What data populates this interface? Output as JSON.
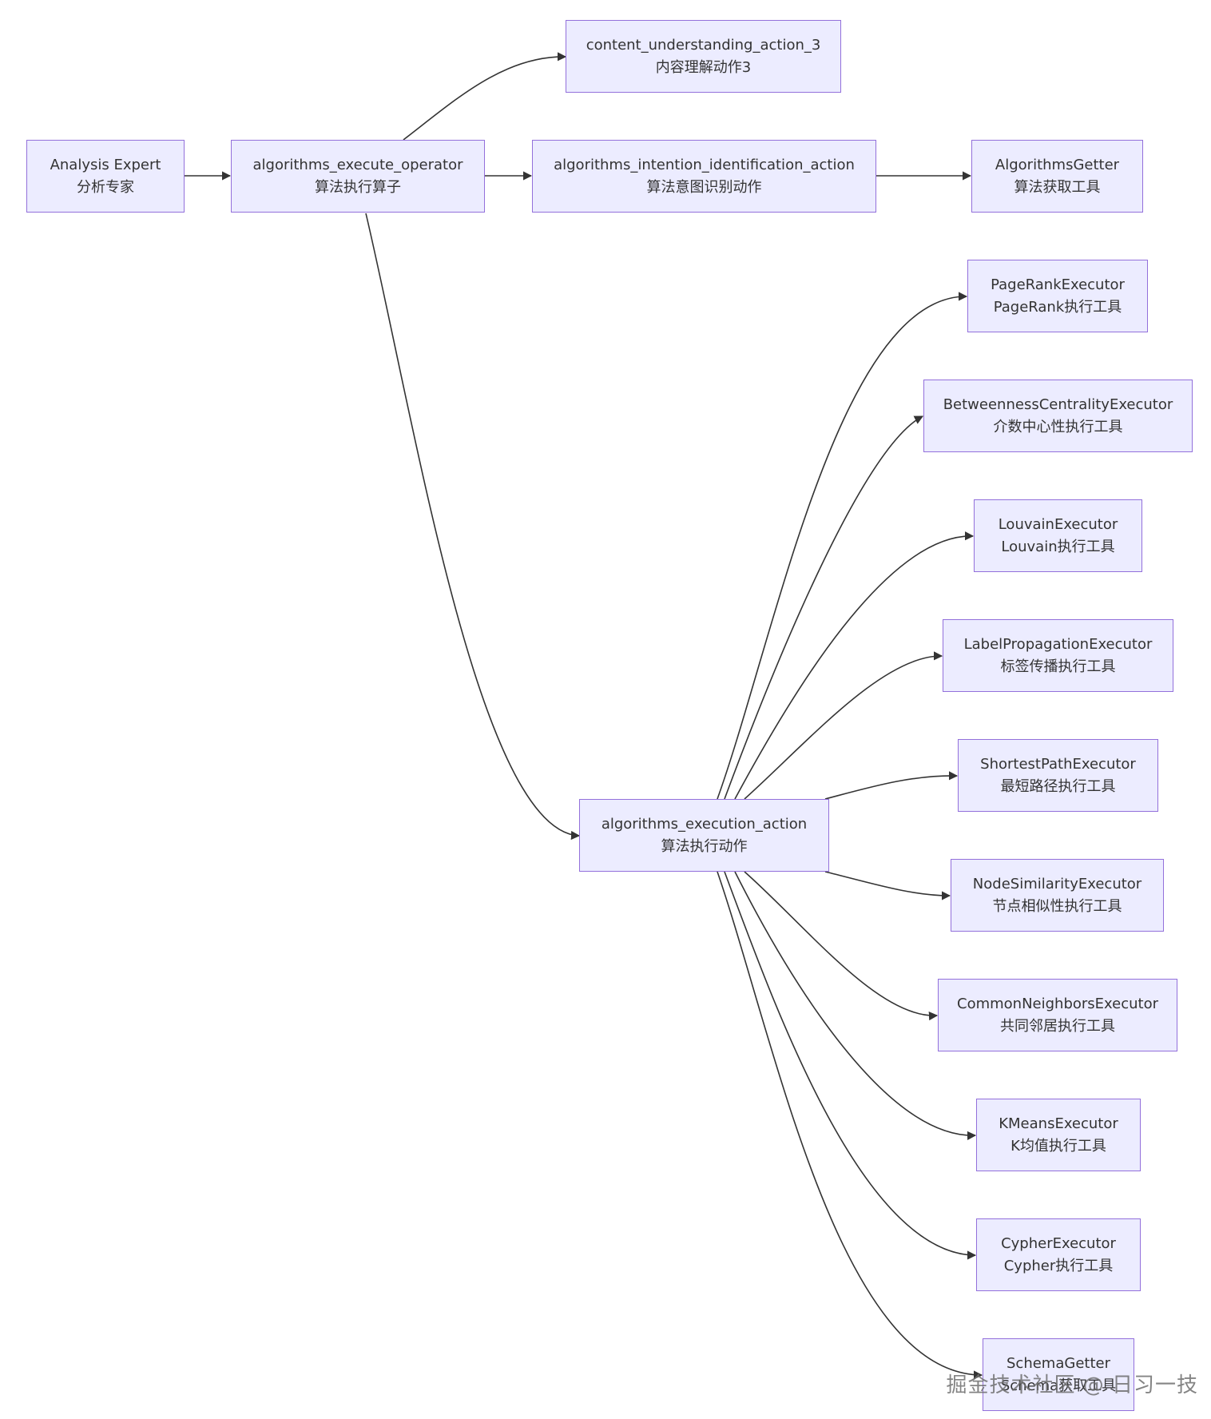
{
  "nodes": {
    "content_understanding": {
      "title": "content_understanding_action_3",
      "subtitle": "内容理解动作3"
    },
    "analysis_expert": {
      "title": "Analysis Expert",
      "subtitle": "分析专家"
    },
    "execute_operator": {
      "title": "algorithms_execute_operator",
      "subtitle": "算法执行算子"
    },
    "intention_identification": {
      "title": "algorithms_intention_identification_action",
      "subtitle": "算法意图识别动作"
    },
    "algorithms_getter": {
      "title": "AlgorithmsGetter",
      "subtitle": "算法获取工具"
    },
    "pagerank": {
      "title": "PageRankExecutor",
      "subtitle": "PageRank执行工具"
    },
    "betweenness": {
      "title": "BetweennessCentralityExecutor",
      "subtitle": "介数中心性执行工具"
    },
    "louvain": {
      "title": "LouvainExecutor",
      "subtitle": "Louvain执行工具"
    },
    "label_propagation": {
      "title": "LabelPropagationExecutor",
      "subtitle": "标签传播执行工具"
    },
    "shortest_path": {
      "title": "ShortestPathExecutor",
      "subtitle": "最短路径执行工具"
    },
    "execution_action": {
      "title": "algorithms_execution_action",
      "subtitle": "算法执行动作"
    },
    "node_similarity": {
      "title": "NodeSimilarityExecutor",
      "subtitle": "节点相似性执行工具"
    },
    "common_neighbors": {
      "title": "CommonNeighborsExecutor",
      "subtitle": "共同邻居执行工具"
    },
    "kmeans": {
      "title": "KMeansExecutor",
      "subtitle": "K均值执行工具"
    },
    "cypher": {
      "title": "CypherExecutor",
      "subtitle": "Cypher执行工具"
    },
    "schema_getter": {
      "title": "SchemaGetter",
      "subtitle": "Schema获取工具"
    }
  },
  "edges": [
    {
      "from": "analysis_expert",
      "to": "execute_operator"
    },
    {
      "from": "execute_operator",
      "to": "content_understanding"
    },
    {
      "from": "execute_operator",
      "to": "intention_identification"
    },
    {
      "from": "execute_operator",
      "to": "execution_action"
    },
    {
      "from": "intention_identification",
      "to": "algorithms_getter"
    },
    {
      "from": "execution_action",
      "to": "pagerank"
    },
    {
      "from": "execution_action",
      "to": "betweenness"
    },
    {
      "from": "execution_action",
      "to": "louvain"
    },
    {
      "from": "execution_action",
      "to": "label_propagation"
    },
    {
      "from": "execution_action",
      "to": "shortest_path"
    },
    {
      "from": "execution_action",
      "to": "node_similarity"
    },
    {
      "from": "execution_action",
      "to": "common_neighbors"
    },
    {
      "from": "execution_action",
      "to": "kmeans"
    },
    {
      "from": "execution_action",
      "to": "cypher"
    },
    {
      "from": "execution_action",
      "to": "schema_getter"
    }
  ],
  "watermark": "掘金技术社区 @ 日习一技",
  "colors": {
    "node_fill": "#ececff",
    "node_border": "#9370db",
    "edge": "#333333",
    "text": "#333333"
  }
}
